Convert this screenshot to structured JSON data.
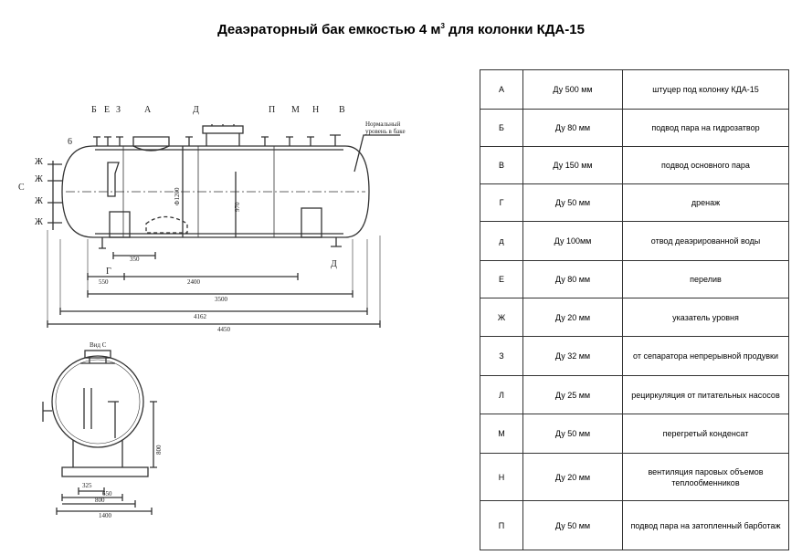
{
  "title": {
    "main": "Деаэраторный бак емкостью 4 м",
    "sup": "3",
    "tail": " для колонки КДА-15"
  },
  "drawing": {
    "nozzle_labels_top": [
      "Б",
      "Е",
      "З",
      "А",
      "Д",
      "П",
      "М",
      "Н",
      "В"
    ],
    "level_labels": [
      "Ж",
      "Ж",
      "Ж",
      "Ж"
    ],
    "side_label": "С",
    "bottom_labels": [
      "Г",
      "Д"
    ],
    "note_6": "6",
    "callout_text": [
      "Нормальный",
      "уровень в баке"
    ],
    "dims": {
      "d1200": "Ф1200",
      "h970": "970",
      "d350": "350",
      "d550": "550",
      "d2400": "2400",
      "d3500": "3500",
      "d4162": "4162",
      "d4450": "4450",
      "view_label": "Вид С",
      "d800v": "800",
      "d325": "325",
      "d650": "650",
      "d800": "800",
      "d1400": "1400"
    }
  },
  "table": {
    "rows": [
      {
        "code": "А",
        "size": "Ду 500 мм",
        "desc": "штуцер под колонку КДА-15"
      },
      {
        "code": "Б",
        "size": "Ду 80 мм",
        "desc": "подвод пара на гидрозатвор"
      },
      {
        "code": "В",
        "size": "Ду 150 мм",
        "desc": "подвод основного пара"
      },
      {
        "code": "Г",
        "size": "Ду 50 мм",
        "desc": "дренаж"
      },
      {
        "code": "д",
        "size": "Ду 100мм",
        "desc": "отвод деаэрированной воды"
      },
      {
        "code": "Е",
        "size": "Ду 80 мм",
        "desc": "перелив"
      },
      {
        "code": "Ж",
        "size": "Ду 20 мм",
        "desc": "указатель уровня"
      },
      {
        "code": "З",
        "size": "Ду 32 мм",
        "desc": "от сепаратора непрерывной продувки"
      },
      {
        "code": "Л",
        "size": "Ду 25 мм",
        "desc": "рециркуляция от питательных насосов"
      },
      {
        "code": "М",
        "size": "Ду 50 мм",
        "desc": "перегретый конденсат"
      },
      {
        "code": "Н",
        "size": "Ду 20 мм",
        "desc": "вентиляция паровых объемов теплообменников"
      },
      {
        "code": "П",
        "size": "Ду 50 мм",
        "desc": "подвод пара на затопленный барботаж"
      }
    ]
  }
}
